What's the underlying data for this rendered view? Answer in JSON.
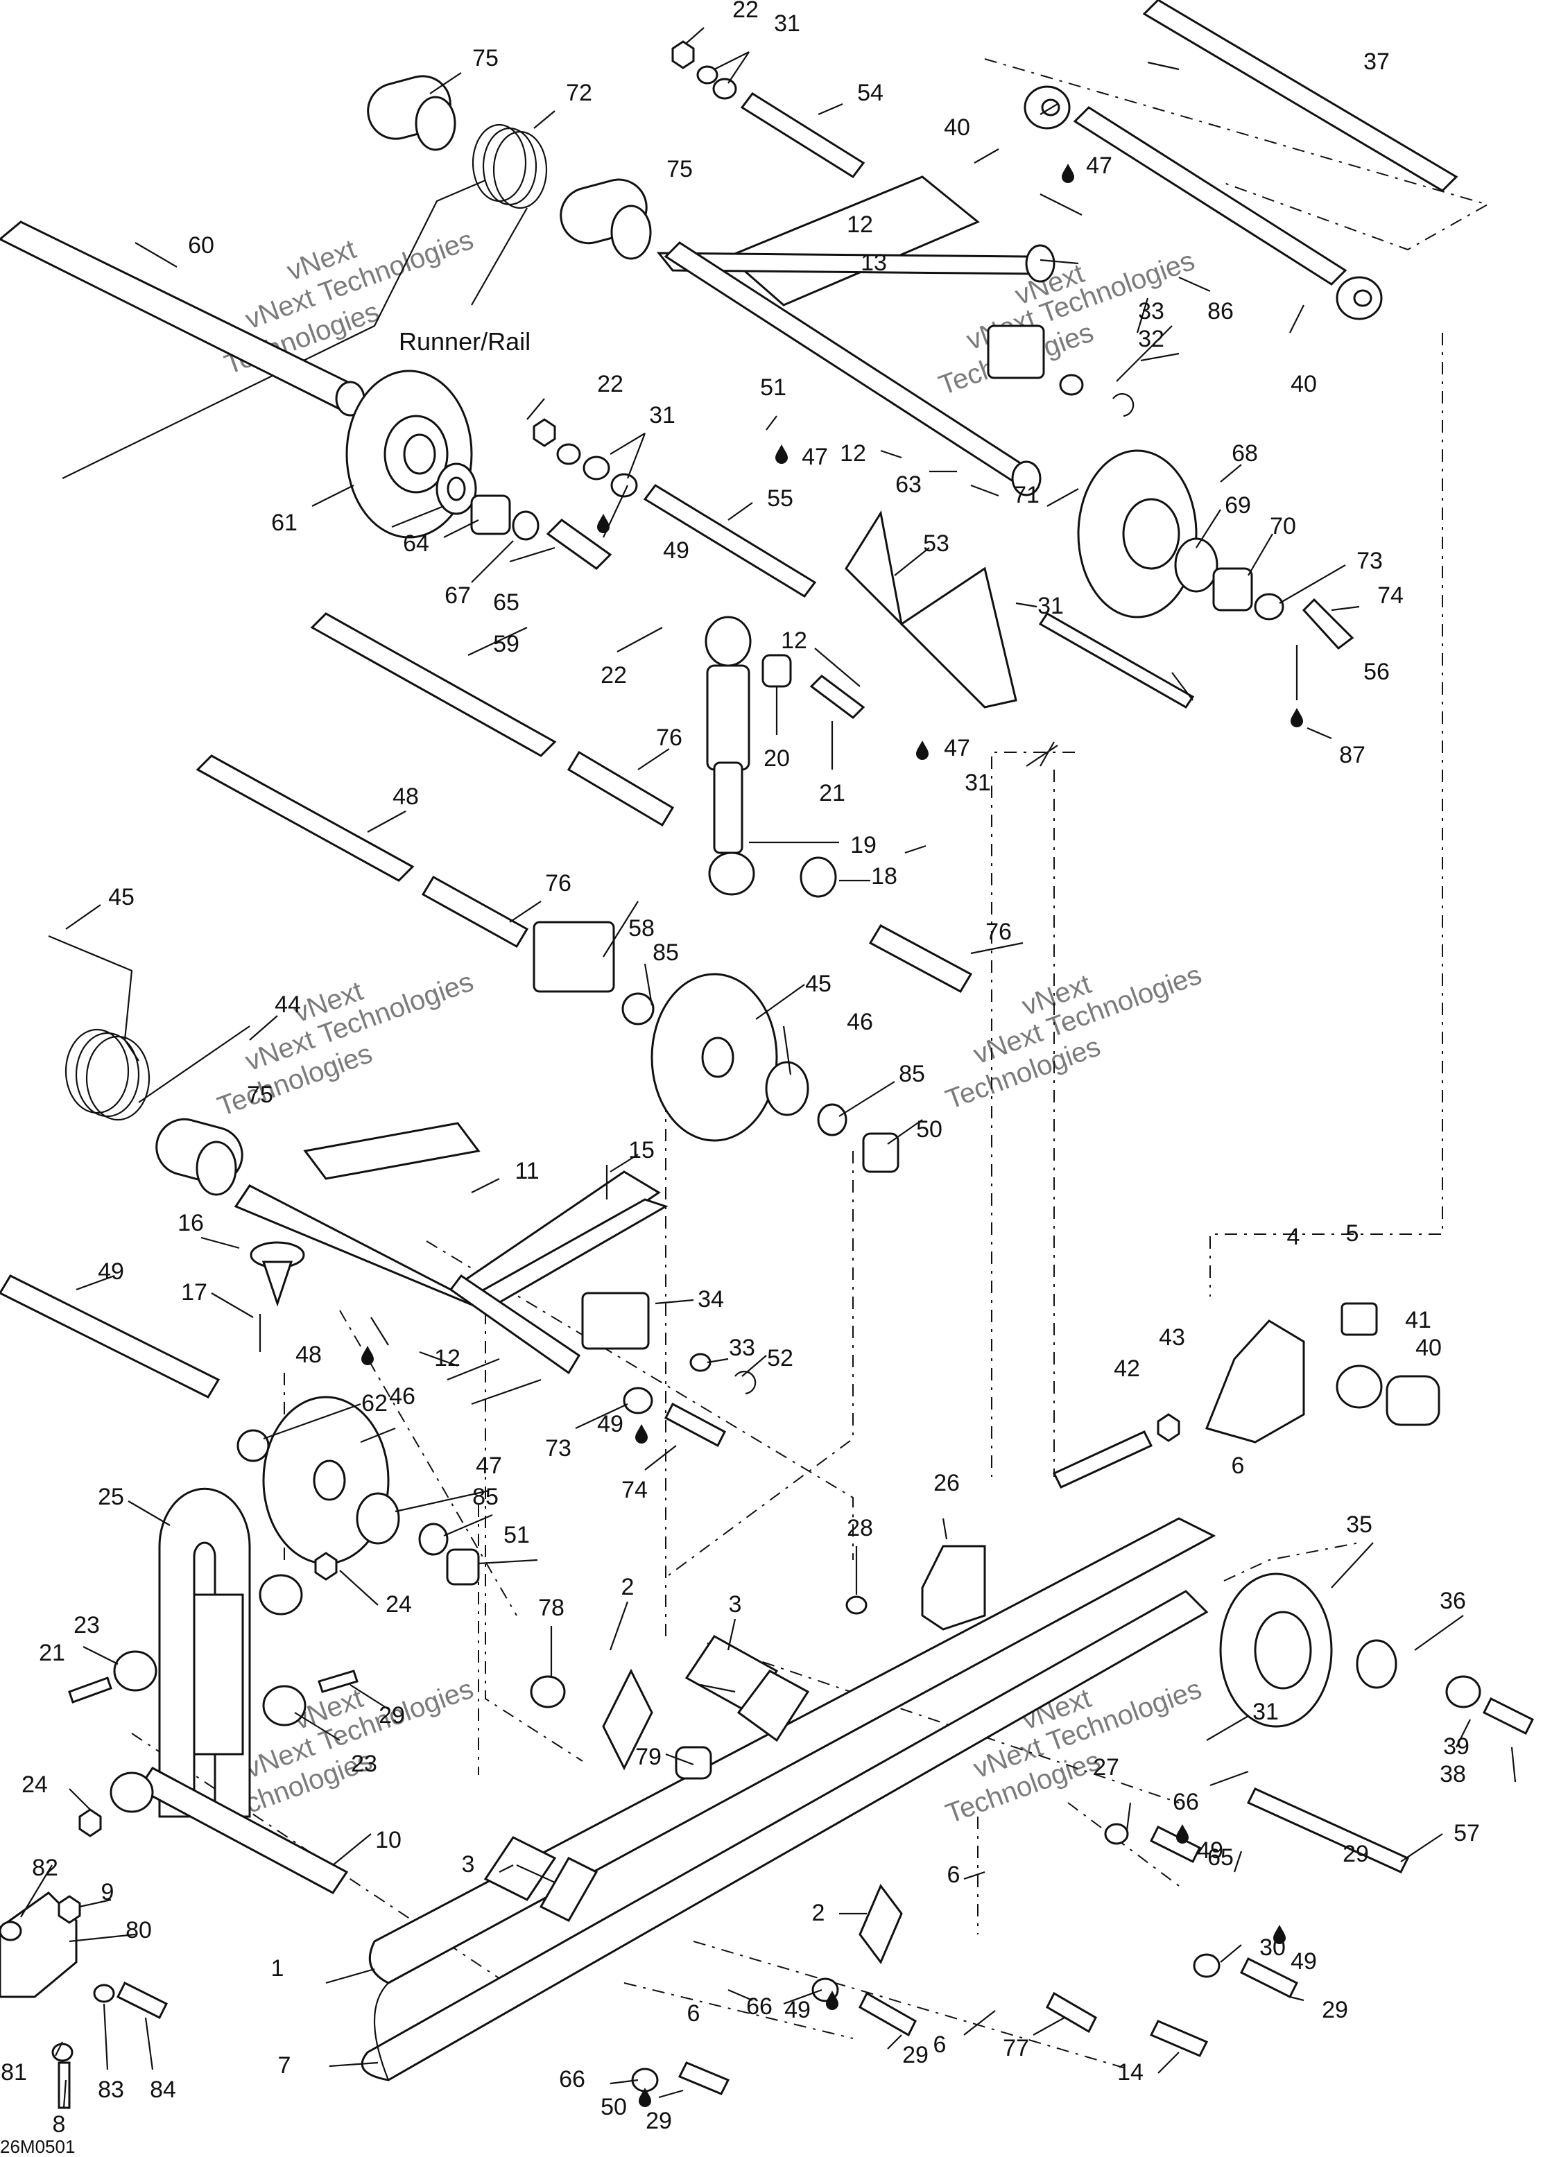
{
  "diagram": {
    "label_runner_rail": "Runner/Rail",
    "drawing_code": "26M0501",
    "watermark_line1": "vNext Technologies",
    "watermark_line2": "vNext",
    "watermark_line3": "Technologies",
    "colors": {
      "ink": "#111111",
      "background": "#ffffff",
      "watermark": "#cfcfcf"
    },
    "icons": [
      "lubricant-drop-icon"
    ],
    "callouts": [
      "1",
      "2",
      "2",
      "3",
      "3",
      "3",
      "4",
      "5",
      "6",
      "6",
      "6",
      "6",
      "7",
      "8",
      "9",
      "10",
      "11",
      "12",
      "12",
      "12",
      "12",
      "13",
      "14",
      "15",
      "16",
      "17",
      "18",
      "19",
      "20",
      "21",
      "21",
      "22",
      "22",
      "22",
      "23",
      "23",
      "24",
      "24",
      "25",
      "26",
      "27",
      "28",
      "29",
      "29",
      "29",
      "29",
      "29",
      "30",
      "31",
      "31",
      "31",
      "31",
      "31",
      "32",
      "32",
      "33",
      "33",
      "34",
      "35",
      "36",
      "37",
      "38",
      "39",
      "40",
      "40",
      "40",
      "41",
      "42",
      "43",
      "44",
      "45",
      "45",
      "46",
      "46",
      "47",
      "47",
      "47",
      "47",
      "48",
      "48",
      "49",
      "49",
      "49",
      "49",
      "49",
      "49",
      "50",
      "50",
      "51",
      "51",
      "52",
      "53",
      "54",
      "55",
      "56",
      "57",
      "58",
      "59",
      "60",
      "61",
      "62",
      "63",
      "64",
      "65",
      "65",
      "66",
      "66",
      "66",
      "67",
      "68",
      "69",
      "70",
      "71",
      "72",
      "73",
      "73",
      "74",
      "74",
      "75",
      "75",
      "75",
      "76",
      "76",
      "76",
      "77",
      "78",
      "79",
      "80",
      "81",
      "82",
      "83",
      "84",
      "85",
      "85",
      "85",
      "86",
      "87"
    ]
  }
}
